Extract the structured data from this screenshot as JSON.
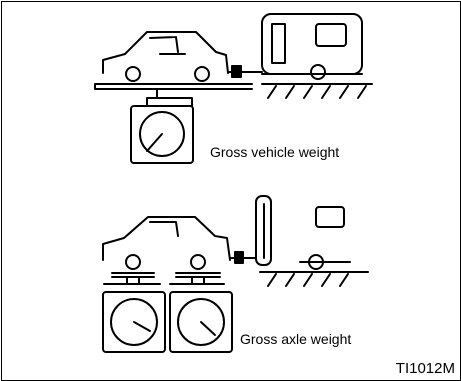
{
  "figure": {
    "label_top": "Gross vehicle weight",
    "label_bottom": "Gross axle weight",
    "figure_id": "TI1012M"
  }
}
